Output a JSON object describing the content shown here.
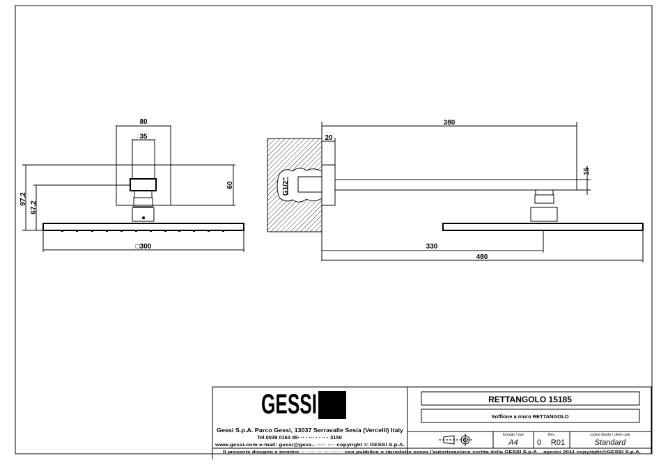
{
  "dimensions": {
    "front_width_80": "80",
    "front_width_35": "35",
    "front_height_60": "60",
    "front_height_97": "97,2",
    "front_height_67": "67,2",
    "front_plate_300": "□300",
    "side_length_380": "380",
    "side_flange_20": "20",
    "side_arm_15": "15",
    "side_thread": "G1/2\"",
    "side_330": "330",
    "side_480": "480"
  },
  "title_block": {
    "logo_text": "GESSI",
    "company_line": "Gessi S.p.A. Parco Gessi, 13037 Serravalle Sesia (Vercelli) Italy",
    "phone_line": "Tel.0039 0163 45· ·· · ··· · · ·· · 3150",
    "web_line": "www.gessi.com  e-mail: gessi@gess..  ·····  ···· copyright © GESSI S.p.A.",
    "product_title": "RETTANGOLO  15185",
    "product_subtitle": "Soffione a muro RETTANGOLO",
    "format_label": "formato / size",
    "format_value": "A4",
    "rev_label": "Rev.",
    "rev_value_0": "0",
    "rev_value": "R01",
    "code_label": "codice cliente / client code",
    "code_value": "Standard",
    "footer": "Il presente disegno e termine ·· ····· ··· ··· ······ ·eso pubblico o riprodotto senza l'autorizzazione scritta della GESSI S.p.A. - agosto 2011  copyright@GESSI S.p.A."
  }
}
